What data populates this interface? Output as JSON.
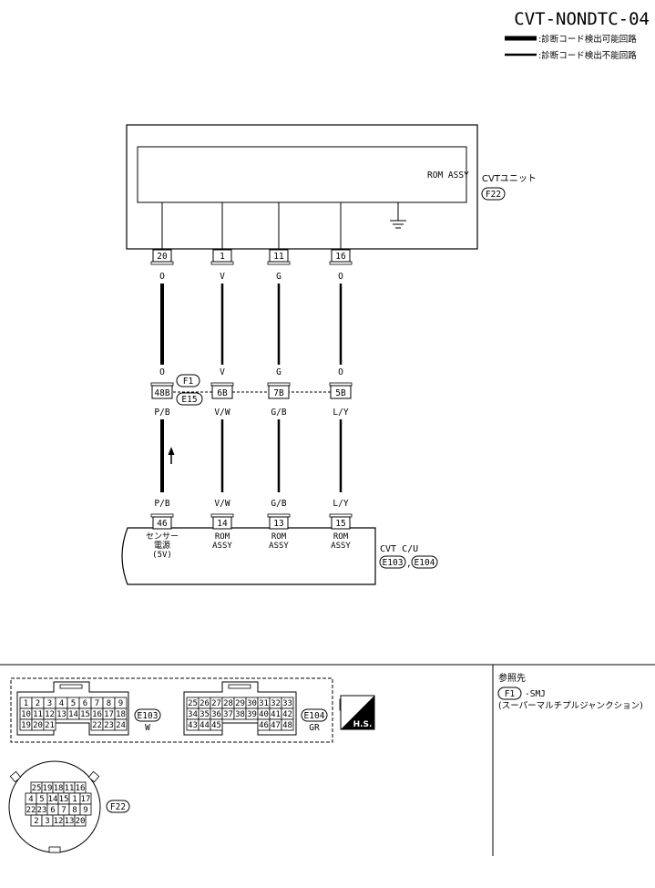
{
  "header": {
    "title": "CVT-NONDTC-04",
    "legend": [
      {
        "label": ":診断コード検出可能回路",
        "style": "thick"
      },
      {
        "label": ":診断コード検出不能回路",
        "style": "thin"
      }
    ]
  },
  "unit": {
    "inner_label": "ROM ASSY",
    "name": "CVTユニット",
    "connector": "F22"
  },
  "junction": {
    "top": "F1",
    "bottom": "E15"
  },
  "wires": [
    {
      "term_top": "20",
      "color_top": "O",
      "jterm": "48B",
      "color_bottom": "P/B",
      "term_bottom": "46",
      "func": [
        "センサー",
        "電源",
        "(5V)"
      ]
    },
    {
      "term_top": "1",
      "color_top": "V",
      "jterm": "6B",
      "color_bottom": "V/W",
      "term_bottom": "14",
      "func": [
        "ROM",
        "ASSY"
      ]
    },
    {
      "term_top": "11",
      "color_top": "G",
      "jterm": "7B",
      "color_bottom": "G/B",
      "term_bottom": "13",
      "func": [
        "ROM",
        "ASSY"
      ]
    },
    {
      "term_top": "16",
      "color_top": "O",
      "jterm": "5B",
      "color_bottom": "L/Y",
      "term_bottom": "15",
      "func": [
        "ROM",
        "ASSY"
      ]
    }
  ],
  "control_unit": {
    "name": "CVT C/U",
    "connectors": [
      "E103",
      "E104"
    ],
    "separator": ","
  },
  "connector_views": {
    "e103": {
      "label": "E103",
      "color": "W",
      "rows": [
        [
          "1",
          "2",
          "3",
          "4",
          "5",
          "6",
          "7",
          "8",
          "9"
        ],
        [
          "10",
          "11",
          "12",
          "13",
          "14",
          "15",
          "16",
          "17",
          "18"
        ],
        [
          "19",
          "20",
          "21",
          "",
          "",
          "",
          "22",
          "23",
          "24"
        ]
      ]
    },
    "e104": {
      "label": "E104",
      "color": "GR",
      "rows": [
        [
          "25",
          "26",
          "27",
          "28",
          "29",
          "30",
          "31",
          "32",
          "33"
        ],
        [
          "34",
          "35",
          "36",
          "37",
          "38",
          "39",
          "40",
          "41",
          "42"
        ],
        [
          "43",
          "44",
          "45",
          "",
          "",
          "",
          "46",
          "47",
          "48"
        ]
      ]
    },
    "f22": {
      "label": "F22",
      "rows": [
        [
          "25",
          "19",
          "18",
          "11",
          "16"
        ],
        [
          "4",
          "5",
          "14",
          "15",
          "1",
          "17"
        ],
        [
          "22",
          "23",
          "6",
          "7",
          "8",
          "9"
        ],
        [
          "2",
          "3",
          "12",
          "13",
          "20"
        ]
      ]
    },
    "hs_badge": "H.S."
  },
  "reference": {
    "title": "参照先",
    "code": "F1",
    "suffix": "-SMJ",
    "description": "(スーパーマルチプルジャンクション)"
  }
}
